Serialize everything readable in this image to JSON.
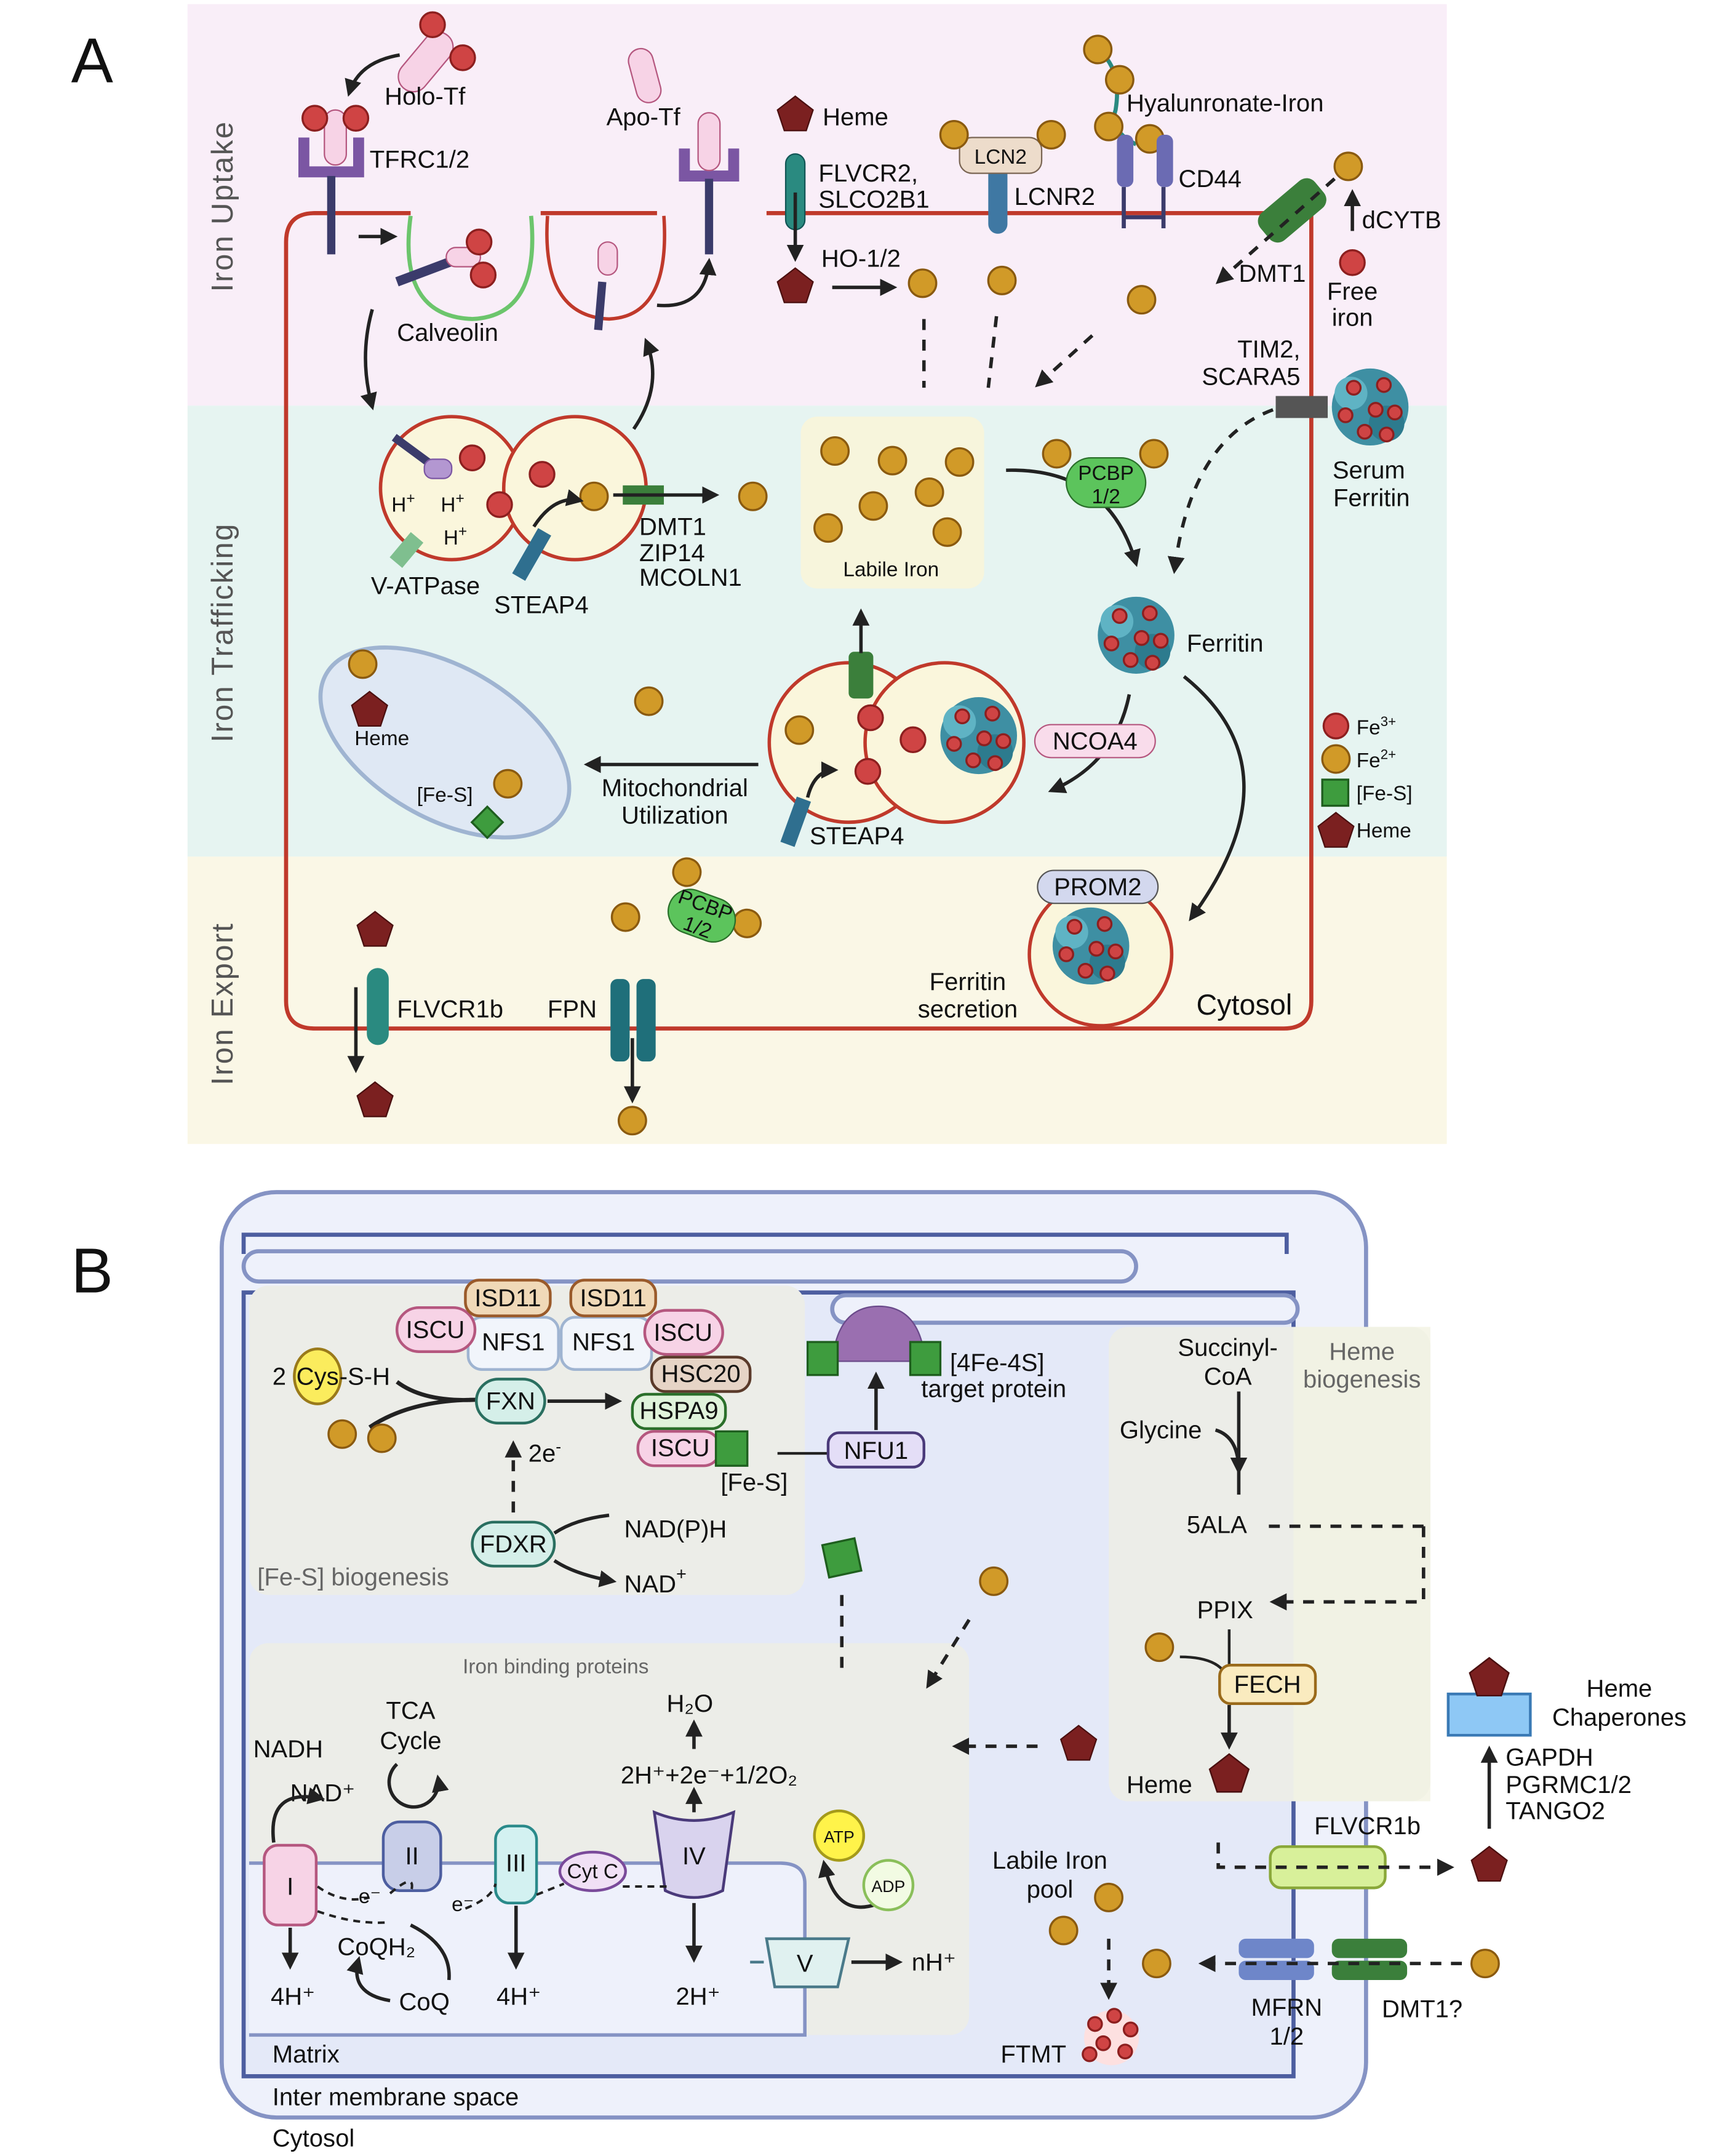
{
  "panel_a": {
    "letter": "A",
    "sections": [
      "Iron Uptake",
      "Iron Trafficking",
      "Iron Export"
    ],
    "uptake": {
      "holo_tf": "Holo-Tf",
      "tfrc": "TFRC1/2",
      "apo_tf": "Apo-Tf",
      "heme": "Heme",
      "flvcr2": "FLVCR2,",
      "slco2b1": "SLCO2B1",
      "lcn2": "LCN2",
      "lcnr2": "LCNR2",
      "hyaluronate": "Hyalunronate-Iron",
      "cd44": "CD44",
      "dcytb": "dCYTB",
      "dmt1": "DMT1",
      "free": "Free",
      "iron": "iron",
      "tim2": "TIM2,",
      "scara5": "SCARA5",
      "serum": "Serum",
      "serum_ferritin": "Ferritin",
      "calveolin": "Calveolin",
      "ho": "HO-1/2"
    },
    "trafficking": {
      "vatpase": "V-ATPase",
      "steap4": "STEAP4",
      "dmt1": "DMT1",
      "zip14": "ZIP14",
      "mcoln1": "MCOLN1",
      "labile_iron": "Labile Iron",
      "pcbp": "PCBP",
      "pcbp_num": "1/2",
      "ferritin": "Ferritin",
      "ncoa4": "NCOA4",
      "heme": "Heme",
      "fes": "[Fe-S]",
      "mito1": "Mitochondrial",
      "mito2": "Utilization",
      "steap4_b": "STEAP4",
      "h": "H",
      "plus": "+"
    },
    "legend": [
      {
        "label": "Fe",
        "sup": "3+"
      },
      {
        "label": "Fe",
        "sup": "2+"
      },
      {
        "label": "[Fe-S]",
        "sup": ""
      },
      {
        "label": "Heme",
        "sup": ""
      }
    ],
    "export": {
      "flvcr1b": "FLVCR1b",
      "fpn": "FPN",
      "pcbp": "PCBP",
      "pcbp_num": "1/2",
      "prom2": "PROM2",
      "ferritin": "Ferritin",
      "secretion": "secretion",
      "cytosol": "Cytosol"
    }
  },
  "panel_b": {
    "letter": "B",
    "fes_biogenesis": {
      "isd11": "ISD11",
      "nfs1": "NFS1",
      "iscu": "ISCU",
      "two": "2",
      "cys": "Cys",
      "sh": "-S-H",
      "fxn": "FXN",
      "hsc20": "HSC20",
      "hspa9": "HSPA9",
      "fes": "[Fe-S]",
      "two_e": "2e",
      "minus": "-",
      "fdxr": "FDXR",
      "nadph": "NAD(P)H",
      "nad": "NAD",
      "plus": "+",
      "title": "[Fe-S] biogenesis",
      "target1": "[4Fe-4S]",
      "target2": "target protein",
      "nfu1": "NFU1"
    },
    "iron_binding": {
      "title": "Iron binding proteins",
      "h2o": "H₂O",
      "reaction": "2H⁺+2e⁻+1/2O₂",
      "tca1": "TCA",
      "tca2": "Cycle",
      "nadh": "NADH",
      "nadp": "NAD⁺",
      "c1": "I",
      "c2": "II",
      "c3": "III",
      "c4": "IV",
      "c5": "V",
      "cytc": "Cyt C",
      "coqh2": "CoQH₂",
      "coq": "CoQ",
      "e1": "e⁻",
      "e2": "e⁻",
      "h4a": "4H⁺",
      "h4b": "4H⁺",
      "h2": "2H⁺",
      "nh": "nH⁺",
      "atp": "ATP",
      "adp": "ADP"
    },
    "heme_biogenesis": {
      "title1": "Heme",
      "title2": "biogenesis",
      "succ1": "Succinyl-",
      "succ2": "CoA",
      "glycine": "Glycine",
      "ala": "5ALA",
      "ppix": "PPIX",
      "fech": "FECH",
      "heme": "Heme"
    },
    "export": {
      "flvcr1b": "FLVCR1b",
      "chap1": "Heme",
      "chap2": "Chaperones",
      "gapdh": "GAPDH",
      "pgrmc": "PGRMC1/2",
      "tango": "TANGO2",
      "labile1": "Labile Iron",
      "labile2": "pool",
      "ftmt": "FTMT",
      "mfrn1": "MFRN",
      "mfrn2": "1/2",
      "dmt1": "DMT1?"
    },
    "compartments": {
      "matrix": "Matrix",
      "ims": "Inter membrane space",
      "cytosol": "Cytosol"
    }
  },
  "colors": {
    "uptake_bg": "#f9eef8",
    "trafficking_bg": "#e6f4f1",
    "export_bg": "#faf7e6",
    "membrane": "#c0392b",
    "fe2": "#d19a28",
    "fe3": "#cf4444",
    "heme": "#7b2020",
    "fes": "#3e9c3e",
    "mito_membrane": "#4d5ea0"
  }
}
